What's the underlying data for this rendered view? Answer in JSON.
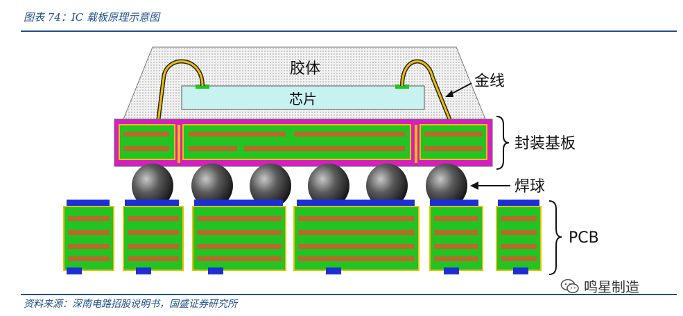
{
  "figure": {
    "title": "图表 74：IC 载板原理示意图",
    "source": "资料来源：深南电路招股说明书，国盛证券研究所"
  },
  "labels": {
    "mold": "胶体",
    "chip": "芯片",
    "wire": "金线",
    "substrate": "封装基板",
    "solder_ball": "焊球",
    "pcb": "PCB"
  },
  "watermark": {
    "text": "鸣星制造",
    "icon": "wechat-icon"
  },
  "colors": {
    "title_blue": "#1f4e8c",
    "substrate_magenta": "#d61fbf",
    "layer_green": "#22c322",
    "trace_brown": "#b86a2a",
    "pad_blue": "#1c2fd6",
    "wire_gold": "#f0c000",
    "chip_cyan": "#c8f2f0",
    "ball_gray": "#555555"
  }
}
